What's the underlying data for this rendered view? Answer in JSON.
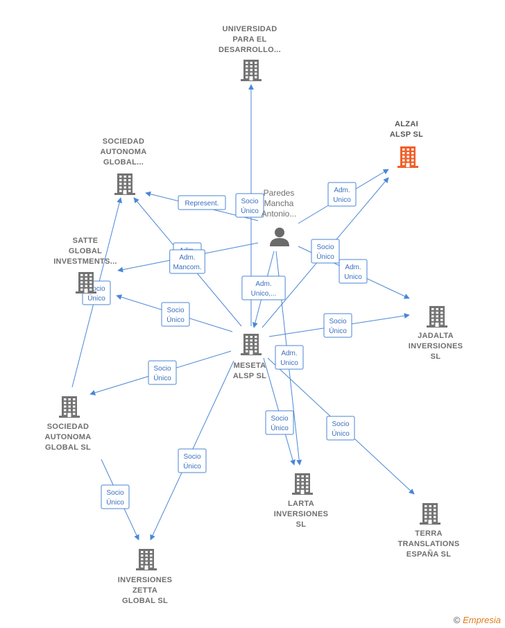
{
  "colors": {
    "edge": "#4a86d6",
    "building": "#737373",
    "building_highlight": "#f0602a",
    "person": "#6a6a6a"
  },
  "person": {
    "id": "paredes",
    "lines": [
      "Paredes",
      "Mancha",
      "Antonio..."
    ],
    "icon": "person-icon"
  },
  "companies": [
    {
      "id": "universidad",
      "lines": [
        "UNIVERSIDAD",
        "PARA EL",
        "DESARROLLO..."
      ],
      "highlight": false,
      "icon": "building-icon"
    },
    {
      "id": "alzai",
      "lines": [
        "ALZAI",
        "ALSP  SL"
      ],
      "highlight": true,
      "icon": "building-icon"
    },
    {
      "id": "sociedad_global",
      "lines": [
        "SOCIEDAD",
        "AUTONOMA",
        "GLOBAL..."
      ],
      "highlight": false,
      "icon": "building-icon"
    },
    {
      "id": "satte",
      "lines": [
        "SATTE",
        "GLOBAL",
        "INVESTMENTS..."
      ],
      "highlight": false,
      "icon": "building-icon"
    },
    {
      "id": "jadalta",
      "lines": [
        "JADALTA",
        "INVERSIONES",
        "SL"
      ],
      "highlight": false,
      "icon": "building-icon"
    },
    {
      "id": "meseta",
      "lines": [
        "MESETA",
        "ALSP  SL"
      ],
      "highlight": false,
      "icon": "building-icon"
    },
    {
      "id": "sociedad_sl",
      "lines": [
        "SOCIEDAD",
        "AUTONOMA",
        "GLOBAL  SL"
      ],
      "highlight": false,
      "icon": "building-icon"
    },
    {
      "id": "larta",
      "lines": [
        "LARTA",
        "INVERSIONES",
        "SL"
      ],
      "highlight": false,
      "icon": "building-icon"
    },
    {
      "id": "terra",
      "lines": [
        "TERRA",
        "TRANSLATIONS",
        "ESPAÑA  SL"
      ],
      "highlight": false,
      "icon": "building-icon"
    },
    {
      "id": "zetta",
      "lines": [
        "INVERSIONES",
        "ZETTA",
        "GLOBAL  SL"
      ],
      "highlight": false,
      "icon": "building-icon"
    }
  ],
  "relations": [
    {
      "id": "r1",
      "from": "paredes",
      "to": "sociedad_global",
      "label": [
        "Represent."
      ]
    },
    {
      "id": "r2",
      "from": "paredes",
      "to": "alzai",
      "label": [
        "Adm.",
        "Unico"
      ]
    },
    {
      "id": "r3",
      "from": "paredes",
      "to": "satte",
      "label": [
        "Adm.",
        "Unico"
      ]
    },
    {
      "id": "r4",
      "from": "paredes",
      "to": "jadalta",
      "label": [
        "Adm.",
        "Unico"
      ]
    },
    {
      "id": "r5",
      "from": "paredes",
      "to": "meseta",
      "label": [
        "Adm.",
        "Unico,..."
      ]
    },
    {
      "id": "r6",
      "from": "paredes",
      "to": "larta",
      "label": [
        "Adm.",
        "Unico"
      ]
    },
    {
      "id": "r7",
      "from": "meseta",
      "to": "universidad",
      "label": [
        "Socio",
        "Único"
      ]
    },
    {
      "id": "r8",
      "from": "meseta",
      "to": "alzai",
      "label": [
        "Socio",
        "Único"
      ]
    },
    {
      "id": "r9",
      "from": "meseta",
      "to": "sociedad_global",
      "label": [
        "Adm.",
        "Mancom."
      ]
    },
    {
      "id": "r10",
      "from": "meseta",
      "to": "satte",
      "label": [
        "Socio",
        "Único"
      ]
    },
    {
      "id": "r11",
      "from": "meseta",
      "to": "jadalta",
      "label": [
        "Socio",
        "Único"
      ]
    },
    {
      "id": "r12",
      "from": "meseta",
      "to": "sociedad_sl",
      "label": [
        "Socio",
        "Único"
      ]
    },
    {
      "id": "r13",
      "from": "meseta",
      "to": "larta",
      "label": [
        "Socio",
        "Único"
      ]
    },
    {
      "id": "r14",
      "from": "meseta",
      "to": "terra",
      "label": [
        "Socio",
        "Único"
      ]
    },
    {
      "id": "r15",
      "from": "meseta",
      "to": "zetta",
      "label": [
        "Socio",
        "Único"
      ]
    },
    {
      "id": "r16",
      "from": "sociedad_sl",
      "to": "sociedad_global",
      "label": [
        "Socio",
        "Único"
      ]
    },
    {
      "id": "r17",
      "from": "sociedad_sl",
      "to": "zetta",
      "label": [
        "Socio",
        "Único"
      ]
    }
  ],
  "footer": {
    "copyright_symbol": "©",
    "brand": "Empresia"
  }
}
